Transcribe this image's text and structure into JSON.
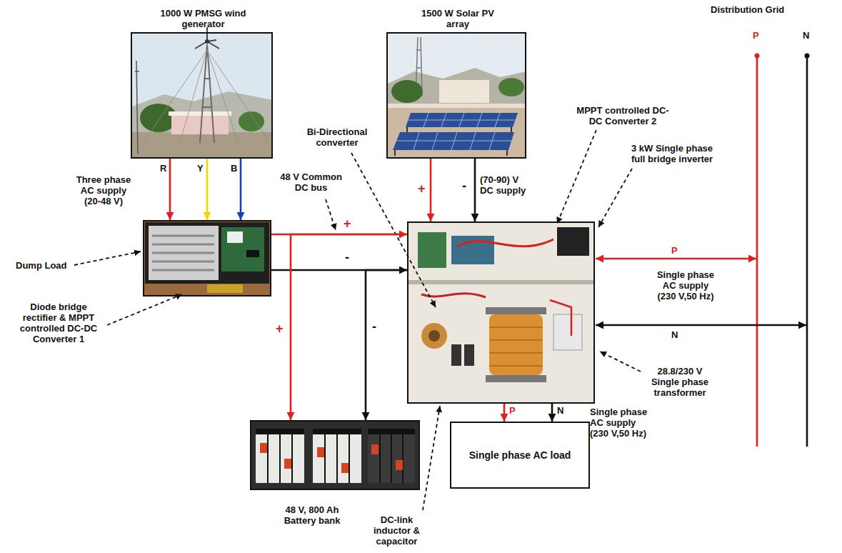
{
  "diagram": {
    "nodes": [
      {
        "text": [
          "1000 W PMSG wind generator"
        ]
      },
      {
        "text": [
          "1500 W Solar PV array"
        ]
      },
      {
        "text": [
          "Dump Load",
          "Diode bridge rectifier & MPPT controlled DC-DC Converter 1"
        ]
      },
      {
        "text": [
          "Bi-Directional converter",
          "MPPT controlled DC-DC Converter 2",
          "3 kW Single phase full bridge inverter",
          "28.8/230 V Single phase transformer",
          "DC-link inductor & capacitor"
        ]
      },
      {
        "text": [
          "48 V, 800 Ah Battery bank"
        ]
      },
      {
        "text": [
          "Single phase AC load"
        ]
      }
    ],
    "edges": [
      {
        "from": 0,
        "to": 2,
        "label": "R",
        "arrow": "to"
      },
      {
        "from": 0,
        "to": 2,
        "label": "Y",
        "arrow": "to"
      },
      {
        "from": 0,
        "to": 2,
        "label": "B",
        "arrow": "to"
      },
      {
        "from": 1,
        "to": 3,
        "label": "+",
        "arrow": "to"
      },
      {
        "from": 1,
        "to": 3,
        "label": "-",
        "arrow": "to"
      },
      {
        "from": 2,
        "to": 3,
        "label": "+",
        "arrow": "none"
      },
      {
        "from": 2,
        "to": 3,
        "label": "-",
        "arrow": "none"
      },
      {
        "from": 4,
        "to": 3,
        "label": "+",
        "arrow": "both"
      },
      {
        "from": 4,
        "to": 3,
        "label": "-",
        "arrow": "both"
      },
      {
        "from": 3,
        "to": 5,
        "label": "P",
        "arrow": "to"
      },
      {
        "from": 3,
        "to": 5,
        "label": "N",
        "arrow": "to"
      }
    ],
    "labels": [
      "Three phase AC supply (20-48 V)",
      "48 V Common DC bus",
      "(70-90) V DC supply",
      "Distribution Grid",
      "P",
      "N",
      "P",
      "Single phase AC supply (230 V,50 Hz)",
      "N",
      "Single phase AC supply (230 V,50 Hz)"
    ]
  }
}
